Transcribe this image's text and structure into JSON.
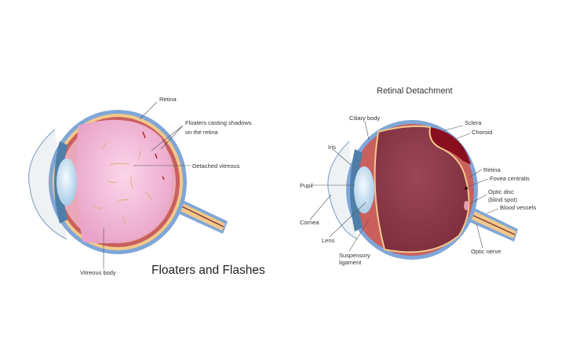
{
  "left_diagram": {
    "title": "Floaters and Flashes",
    "labels": {
      "retina": "Retina",
      "floaters_1": "Floaters casting shadows",
      "floaters_2": "on the retina",
      "detached_vitreous": "Detached vitreous",
      "vitreous_body": "Vitreous body"
    }
  },
  "right_diagram": {
    "title": "Retinal Detachment",
    "labels": {
      "ciliary_body": "Ciliary body",
      "sclera": "Sclera",
      "choroid": "Choroid",
      "iris": "Iris",
      "retina": "Retina",
      "fovea": "Fovea centralis",
      "optic_disc_1": "Optic disc",
      "optic_disc_2": "(blind spot)",
      "blood_vessels": "Blood vessels",
      "pupil": "Pupil",
      "cornea": "Cornea",
      "lens": "Lens",
      "suspensory_1": "Suspensory",
      "suspensory_2": "ligament",
      "optic_nerve": "Optic nerve"
    }
  },
  "colors": {
    "sclera": "#7fa6d8",
    "choroid": "#c9605e",
    "retina": "#f2c98a",
    "vitreous_left": "#f4bfdc",
    "vitreous_right": "#8f3a4a",
    "lens": "#d8ecf8"
  }
}
